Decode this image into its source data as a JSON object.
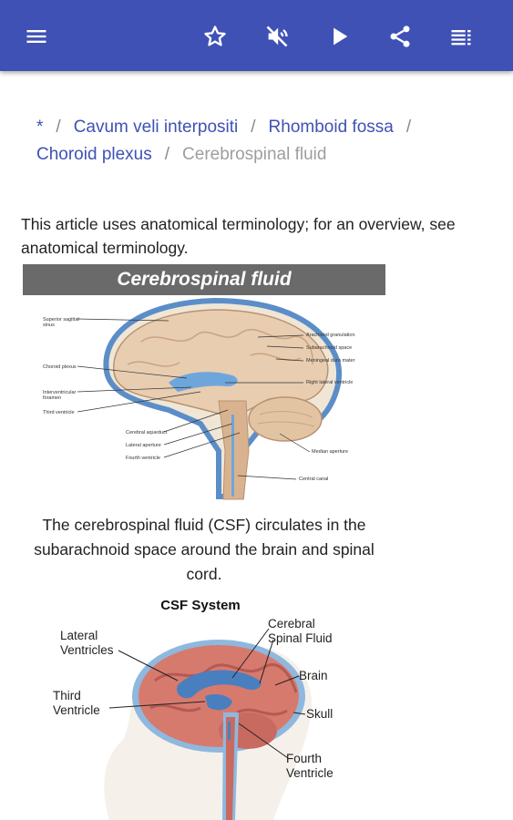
{
  "toolbar": {
    "menu_icon": "menu-icon",
    "actions": [
      "star-icon",
      "volume-off-icon",
      "play-icon",
      "share-icon",
      "toc-icon"
    ],
    "colors": {
      "bar": "#3f51b5",
      "icon": "#ffffff"
    }
  },
  "breadcrumb": {
    "items": [
      "*",
      "Cavum veli interpositi",
      "Rhomboid fossa",
      "Choroid plexus"
    ],
    "separator": "/",
    "current": "Cerebrospinal fluid"
  },
  "intro": "This article uses anatomical terminology; for an overview, see anatomical terminology.",
  "figure1": {
    "title": "Cerebrospinal fluid",
    "labels": {
      "superior_sagittal_sinus": "Superior sagittal\nsinus",
      "choroid_plexus": "Choroid plexus",
      "interventricular_foramen": "Interventricular\nforamen",
      "third_ventricle": "Third ventricle",
      "cerebral_aqueduct": "Cerebral aqueduct",
      "lateral_aperture": "Lateral aperture",
      "fourth_ventricle": "Fourth ventricle",
      "arachnoid_granulation": "Arachnoid granulation",
      "subarachnoid_space": "Subarachnoid space",
      "meningeal_dura_mater": "Meningeal dura mater",
      "right_lateral_ventricle": "Right lateral ventricle",
      "median_aperture": "Median aperture",
      "central_canal": "Central canal"
    }
  },
  "caption": "The cerebrospinal fluid (CSF) circulates in the subarachnoid space around the brain and spinal cord.",
  "figure2": {
    "title": "CSF System",
    "labels": {
      "lateral_ventricles": "Lateral\nVentricles",
      "third_ventricle": "Third\nVentricle",
      "cerebral_spinal_fluid": "Cerebral\nSpinal Fluid",
      "brain": "Brain",
      "skull": "Skull",
      "fourth_ventricle": "Fourth\nVentricle"
    }
  }
}
